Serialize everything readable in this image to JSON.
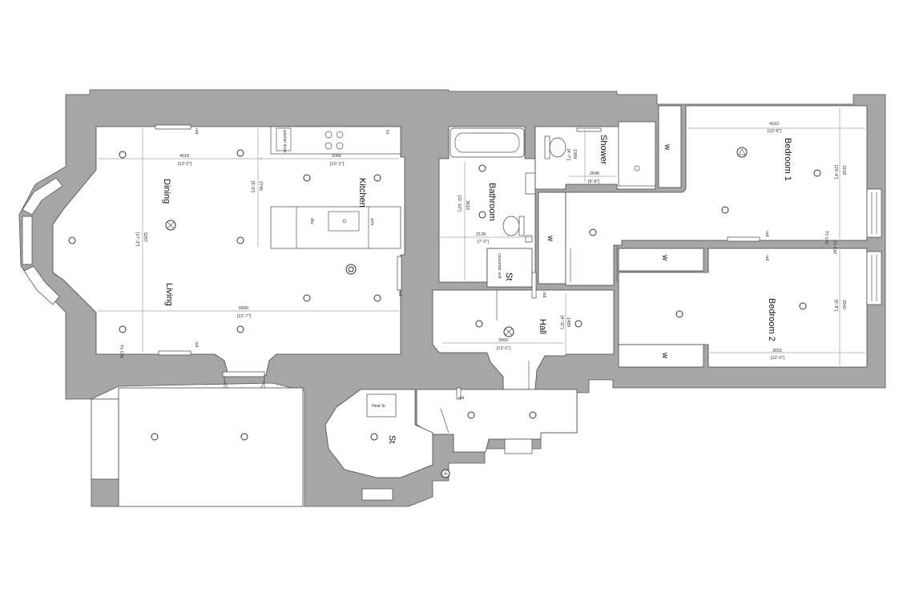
{
  "rooms": {
    "dining": "Dining",
    "kitchen": "Kitchen",
    "living": "Living",
    "bathroom": "Bathroom",
    "shower": "Shower",
    "bedroom1": "Bedroom 1",
    "bedroom2": "Bedroom 2",
    "hall": "Hall",
    "store_hall": "St",
    "store_round": "St",
    "heat_store": "Heat St."
  },
  "wardrobes": [
    "w",
    "w",
    "w",
    "w"
  ],
  "dimensions": {
    "dining_w": "4018",
    "dining_w_imp": "[13'-2\"]",
    "kitchen_w": "3066",
    "kitchen_w_imp": "[10'-1\"]",
    "living_w": "6890",
    "living_w_imp": "[22'-7\"]",
    "kitchen_h": "2745",
    "kitchen_h_imp": "[9'-0\"]",
    "living_h": "5267",
    "living_h_imp": "[17'-3\"]",
    "bath_h": "3616",
    "bath_h_imp": "[11'-10\"]",
    "bath_w": "2128",
    "bath_w_imp": "[7'-0\"]",
    "shower_h": "1389",
    "shower_h_imp": "[4'-7\"]",
    "shower_w": "2646",
    "shower_w_imp": "[8'-8\"]",
    "bed1_w": "4162",
    "bed1_w_imp": "[13'-8\"]",
    "bed1_h": "3158",
    "bed1_h_imp": "[10'-4\"]",
    "bed2_w": "3651",
    "bed2_w_imp": "[12'-0\"]",
    "bed2_h": "2942",
    "bed2_h_imp": "[9'-8\"]",
    "hall_w": "3969",
    "hall_w_imp": "[13'-0\"]",
    "hall_h": "1489",
    "hall_h_imp": "[4'-11\"]"
  },
  "fixture_labels": {
    "rad": "rad",
    "tv_cat": "TV\nCAT",
    "dw": "d/w",
    "wm": "w/m",
    "washer_dryer": "washer\ndryer",
    "consumer_unit": "consumer\nunit",
    "fridge": "frz"
  }
}
